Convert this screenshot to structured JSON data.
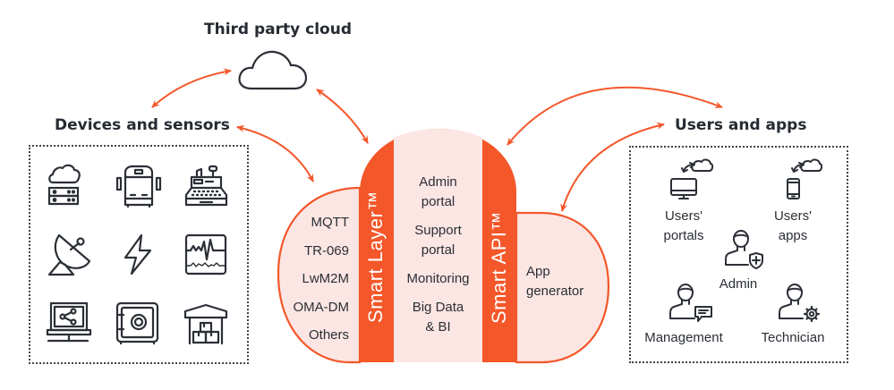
{
  "colors": {
    "accent": "#f4572a",
    "cloud_fill": "#fbe6e3",
    "icon_stroke": "#2b2f36",
    "text": "#2b2f36"
  },
  "headings": {
    "third_party": "Third party cloud",
    "devices": "Devices and sensors",
    "users": "Users and apps"
  },
  "devices": {
    "icons": [
      "cloud-server-icon",
      "bus-icon",
      "cash-register-icon",
      "satellite-dish-icon",
      "lightning-icon",
      "monitor-chart-icon",
      "laptop-share-icon",
      "safe-icon",
      "warehouse-icon"
    ]
  },
  "platform": {
    "protocols": [
      "MQTT",
      "TR-069",
      "LwM2M",
      "OMA-DM",
      "Others"
    ],
    "smart_layer": "Smart Layer™",
    "smart_api": "Smart API™",
    "center_items": [
      "Admin portal",
      "Support portal",
      "Monitoring",
      "Big Data & BI"
    ],
    "center_lines": [
      [
        "Admin",
        "portal"
      ],
      [
        "Support",
        "portal"
      ],
      [
        "Monitoring"
      ],
      [
        "Big Data",
        "& BI"
      ]
    ],
    "right_item": [
      "App",
      "generator"
    ]
  },
  "users": {
    "items": [
      {
        "icon": "monitor-cloud-sync-icon",
        "label": [
          "Users'",
          "portals"
        ]
      },
      {
        "icon": "phone-cloud-sync-icon",
        "label": [
          "Users'",
          "apps"
        ]
      },
      {
        "icon": "admin-shield-icon",
        "label": [
          "Admin"
        ]
      },
      {
        "icon": "management-chat-icon",
        "label": [
          "Management"
        ]
      },
      {
        "icon": "technician-gear-icon",
        "label": [
          "Technician"
        ]
      }
    ]
  }
}
